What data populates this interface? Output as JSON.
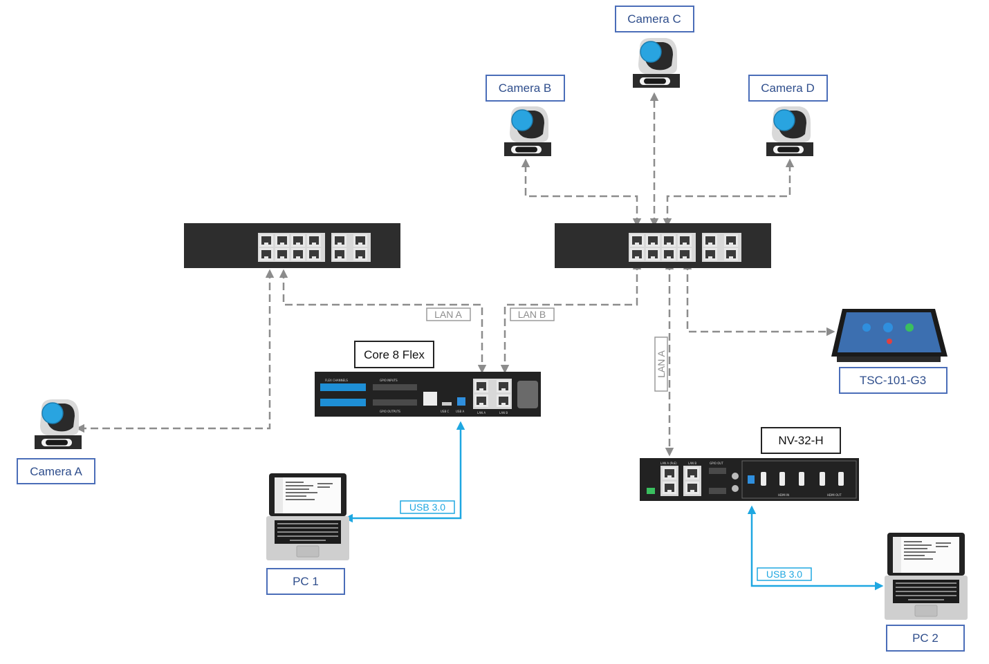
{
  "colors": {
    "device_dark": "#2d2d2d",
    "label_border_blue": "#4a6db8",
    "label_text_blue": "#2f4e8c",
    "lan_line": "#8c8c8c",
    "usb_line": "#1ea7e1",
    "camera_lens": "#29a4e0"
  },
  "labels": {
    "camera_a": "Camera A",
    "camera_b": "Camera B",
    "camera_c": "Camera C",
    "camera_d": "Camera D",
    "core": "Core 8 Flex",
    "nv": "NV-32-H",
    "tsc": "TSC-101-G3",
    "pc1": "PC 1",
    "pc2": "PC 2"
  },
  "connections": {
    "lan_a": "LAN A",
    "lan_b": "LAN B",
    "lan_a_nv": "LAN A",
    "usb_pc1": "USB 3.0",
    "usb_pc2": "USB 3.0"
  },
  "icons": {
    "switch": "network-switch-icon",
    "camera": "ptz-camera-icon",
    "laptop": "laptop-icon",
    "touch_panel": "touch-panel-icon",
    "core": "core-processor-icon",
    "nv": "video-endpoint-icon"
  },
  "device_text": {
    "core_flex": "FLEX CHANNELS",
    "core_gpio_in": "GPIO INPUTS",
    "core_gpio_out": "GPIO OUTPUTS",
    "core_usbc": "USB C",
    "core_usba": "USB A",
    "core_lan_a": "LAN A",
    "core_lan_b": "LAN B",
    "nv_lan_poe": "LAN A (PoE)",
    "nv_lan_b": "LAN B",
    "nv_gpio": "GPIO OUT",
    "nv_hdmi_in": "HDMI IN",
    "nv_hdmi_out": "HDMI OUT"
  }
}
